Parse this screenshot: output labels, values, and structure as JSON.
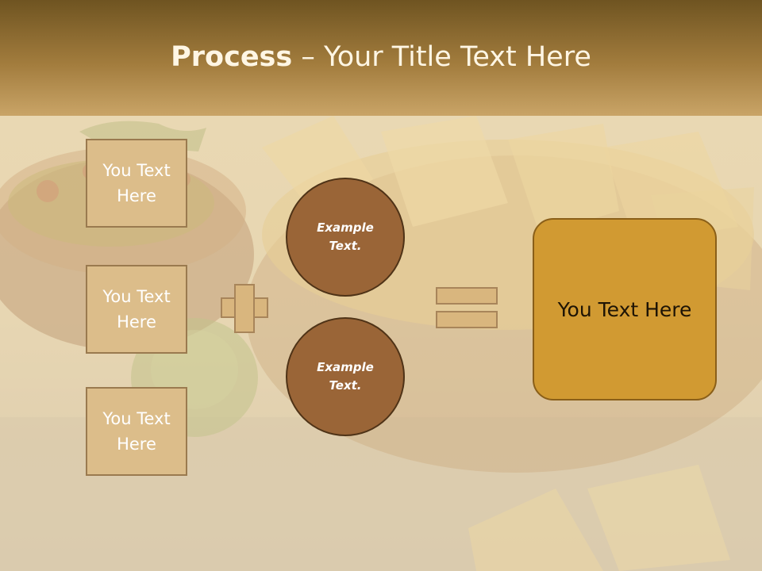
{
  "slide": {
    "title_bold": "Process",
    "title_rest": " – Your Title Text Here",
    "left_boxes": [
      "You Text Here",
      "You Text Here",
      "You Text Here"
    ],
    "circles": [
      "Example Text.",
      "Example Text."
    ],
    "result_text": "You Text Here"
  },
  "colors": {
    "title_band": "#a27c3d",
    "box_fill": "#dcbd8a",
    "circle_fill": "#9a6537",
    "result_fill": "#d19a32",
    "operator_fill": "#d9b67e"
  },
  "icons": {
    "operator_plus": "plus-icon",
    "operator_equals": "equals-icon"
  }
}
